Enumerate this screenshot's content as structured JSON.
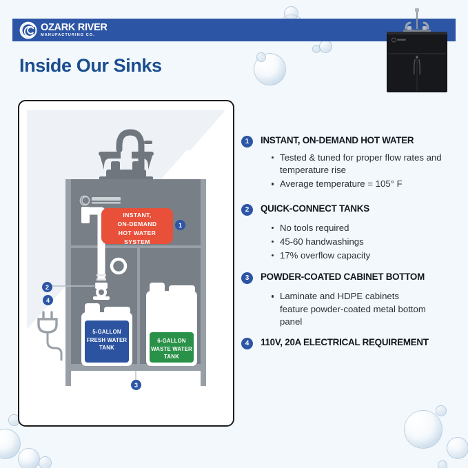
{
  "brand": {
    "logo_name": "OZARK RIVER",
    "logo_sub": "MANUFACTURING CO.",
    "logo_icon": "river-swirl-icon",
    "banner_color": "#2d55a5"
  },
  "header": {
    "title": "Inside Our Sinks",
    "title_color": "#1a4d8f",
    "product_photo_alt": "black-portable-sink-cabinet"
  },
  "diagram": {
    "logo_name": "OZARK RIVER",
    "logo_sub": "MANUFACTURING CO.",
    "callout": {
      "label_lines": [
        "INSTANT,",
        "ON-DEMAND",
        "HOT WATER",
        "SYSTEM"
      ],
      "color": "#e8503a",
      "marker": "1"
    },
    "quick_connect_marker": "2",
    "cabinet_bottom_marker": "3",
    "electrical_marker": "4",
    "fresh_tank": {
      "label_lines": [
        "5-GALLON",
        "FRESH WATER",
        "TANK"
      ],
      "color": "#2b53a0"
    },
    "waste_tank": {
      "label_lines": [
        "6-GALLON",
        "WASTE WATER",
        "TANK"
      ],
      "color": "#2a9148"
    }
  },
  "features": [
    {
      "number": "1",
      "title": "INSTANT, ON-DEMAND HOT WATER",
      "bullets": [
        "Tested & tuned for proper flow rates and temperature rise",
        "Average temperature = 105° F"
      ]
    },
    {
      "number": "2",
      "title": "QUICK-CONNECT TANKS",
      "bullets": [
        "No tools required",
        "45-60 handwashings",
        "17% overflow capacity"
      ]
    },
    {
      "number": "3",
      "title": "POWDER-COATED CABINET BOTTOM",
      "bullets": [
        "Laminate and HDPE cabinets feature powder-coated metal bottom panel"
      ]
    },
    {
      "number": "4",
      "title": "110V, 20A ELECTRICAL REQUIREMENT",
      "bullets": []
    }
  ],
  "palette": {
    "background": "#f3f8fc",
    "marker_blue": "#2d55a5",
    "callout_red": "#e8503a",
    "fresh_blue": "#2b53a0",
    "waste_green": "#2a9148",
    "cabinet_gray": "#808890"
  }
}
